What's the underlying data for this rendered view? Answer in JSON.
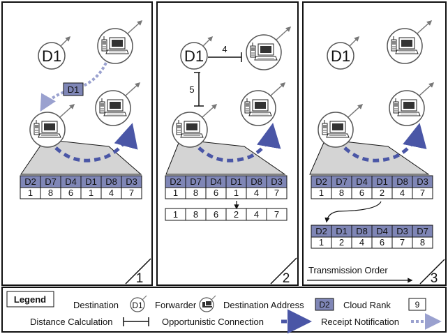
{
  "panels": [
    {
      "number": "1",
      "destination": "D1",
      "packet_label": "D1",
      "table": {
        "headers": [
          "D2",
          "D7",
          "D4",
          "D1",
          "D8",
          "D3"
        ],
        "values": [
          "1",
          "8",
          "6",
          "1",
          "4",
          "7"
        ]
      }
    },
    {
      "number": "2",
      "destination": "D1",
      "distance_labels": [
        "4",
        "5"
      ],
      "table": {
        "headers": [
          "D2",
          "D7",
          "D4",
          "D1",
          "D8",
          "D3"
        ],
        "values": [
          "1",
          "8",
          "6",
          "1",
          "4",
          "7"
        ]
      },
      "updated_values": [
        "1",
        "8",
        "6",
        "2",
        "4",
        "7"
      ]
    },
    {
      "number": "3",
      "destination": "D1",
      "table": {
        "headers": [
          "D2",
          "D7",
          "D4",
          "D1",
          "D8",
          "D3"
        ],
        "values": [
          "1",
          "8",
          "6",
          "2",
          "4",
          "7"
        ]
      },
      "sorted_table": {
        "headers": [
          "D2",
          "D1",
          "D8",
          "D4",
          "D3",
          "D7"
        ],
        "values": [
          "1",
          "2",
          "4",
          "6",
          "7",
          "8"
        ]
      },
      "transmission_label": "Transmission Order"
    }
  ],
  "legend": {
    "title": "Legend",
    "destination_label": "Destination",
    "destination_symbol": "D1",
    "forwarder_label": "Forwarder",
    "address_label": "Destination Address",
    "address_example": "D2",
    "cloud_rank_label": "Cloud Rank",
    "cloud_rank_example": "9",
    "distance_label": "Distance Calculation",
    "opportunistic_label": "Opportunistic Connection",
    "receipt_label": "Receipt Notification"
  },
  "colors": {
    "address_fill": "#7f86b6",
    "connection": "#4a56a6",
    "receipt": "#9aa1cf",
    "cloud_fill": "#d4d4d4"
  }
}
